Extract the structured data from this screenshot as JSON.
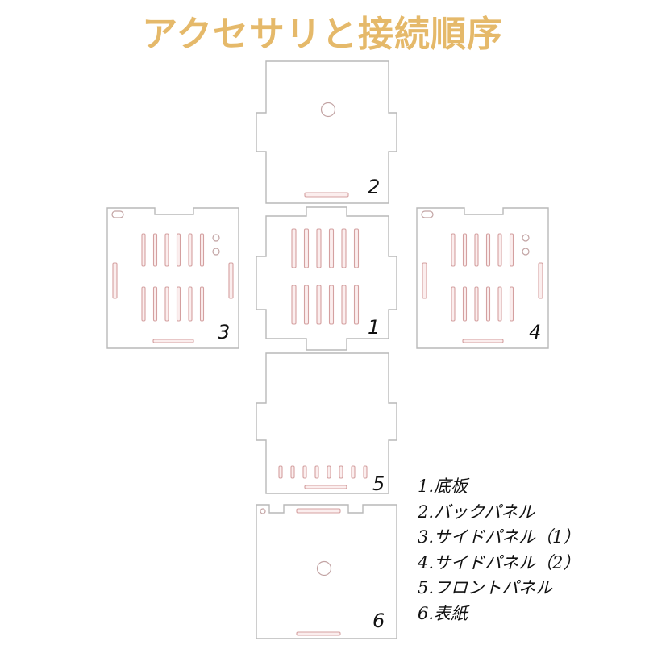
{
  "title": "アクセサリと接続順序",
  "colors": {
    "title": "#e5b96a",
    "outline": "#b9b9b9",
    "slot_fill": "#fbeeee",
    "slot_stroke": "#d4a0a0",
    "text": "#111111"
  },
  "panels": [
    {
      "id": "1",
      "label": "1"
    },
    {
      "id": "2",
      "label": "2"
    },
    {
      "id": "3",
      "label": "3"
    },
    {
      "id": "4",
      "label": "4"
    },
    {
      "id": "5",
      "label": "5"
    },
    {
      "id": "6",
      "label": "6"
    }
  ],
  "legend": [
    "1.底板",
    "2.バックパネル",
    "3.サイドパネル（1）",
    "4.サイドパネル（2）",
    "5.フロントパネル",
    "6.表紙"
  ]
}
